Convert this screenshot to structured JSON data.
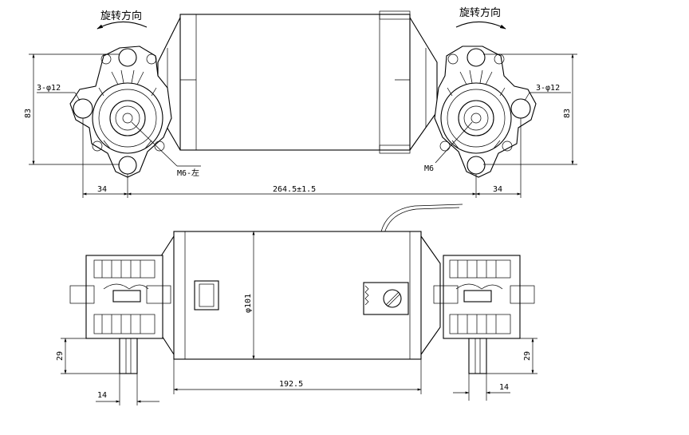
{
  "drawing": {
    "rotation_label_left": "旋转方向",
    "rotation_label_right": "旋转方向",
    "hole_label_left": "3-φ12",
    "hole_label_right": "3-φ12",
    "thread_label_left": "M6-左",
    "thread_label_right": "M6",
    "height_left": "83",
    "height_right": "83",
    "offset_left": "34",
    "offset_right": "34",
    "center_distance": "264.5±1.5",
    "diameter": "φ101",
    "shaft_len_left": "29",
    "shaft_len_right": "29",
    "shaft_w_left": "14",
    "shaft_w_right": "14",
    "body_length": "192.5"
  }
}
